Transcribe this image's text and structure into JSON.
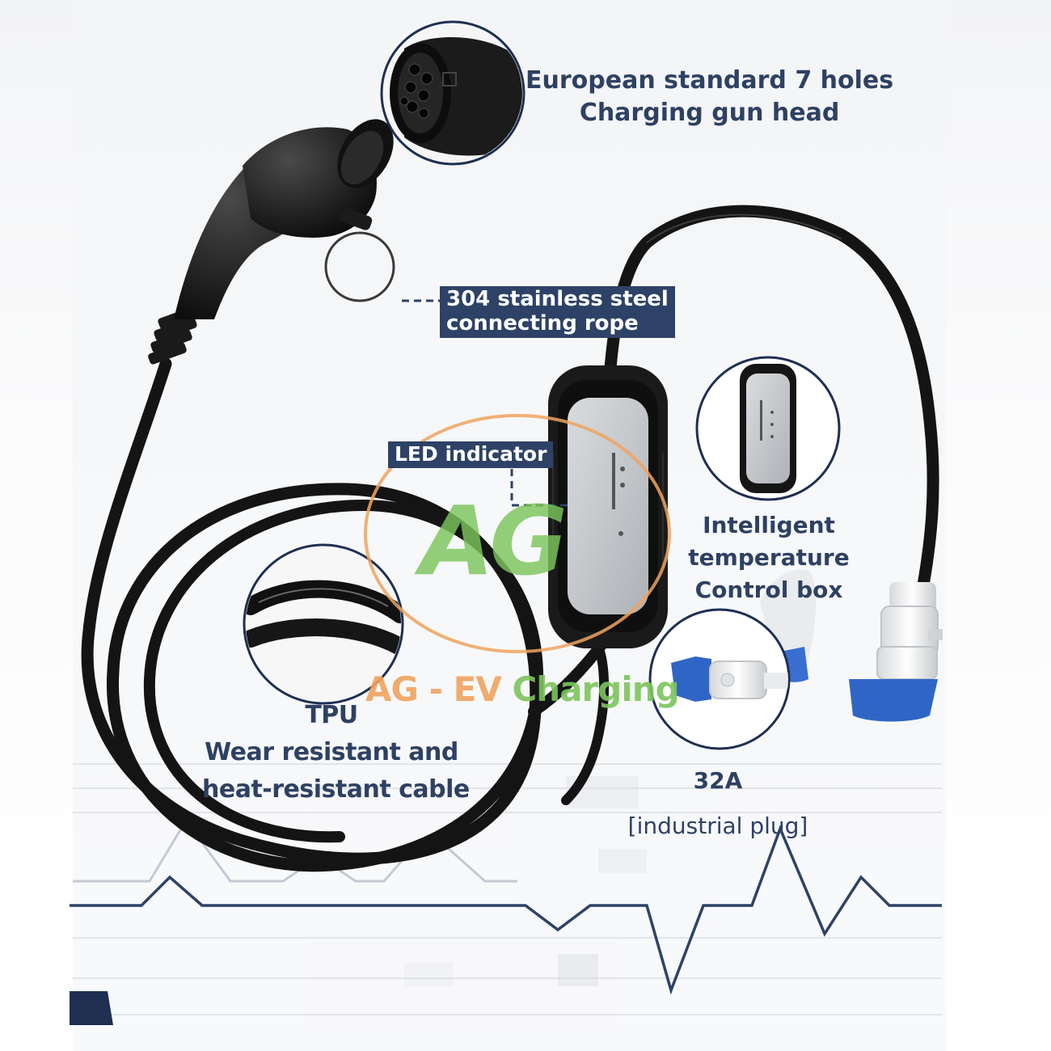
{
  "labels": {
    "gun_head_line1": "European standard 7 holes",
    "gun_head_line2": "Charging gun head",
    "rope_line1": "304 stainless steel",
    "rope_line2": "connecting rope",
    "led": "LED indicator",
    "box_line1": "Intelligent",
    "box_line2": "temperature",
    "box_line3": "Control box",
    "cable_line1": "TPU",
    "cable_line2": "Wear resistant and",
    "cable_line3": "heat-resistant cable",
    "plug_line1": "32A",
    "plug_line2": "[industrial plug]"
  },
  "watermark": {
    "logo": "AG",
    "tagline_orange": "AG - EV",
    "tagline_green": "Charging"
  },
  "colors": {
    "navy": "#2d4266",
    "label_text": "#2e4163",
    "watermark_orange": "#f0a35e",
    "watermark_green": "#7cc55c",
    "cable": "#141414",
    "plug_blue": "#2f66c6"
  },
  "icons": [
    "ev-type2-connector",
    "control-box",
    "industrial-plug"
  ]
}
